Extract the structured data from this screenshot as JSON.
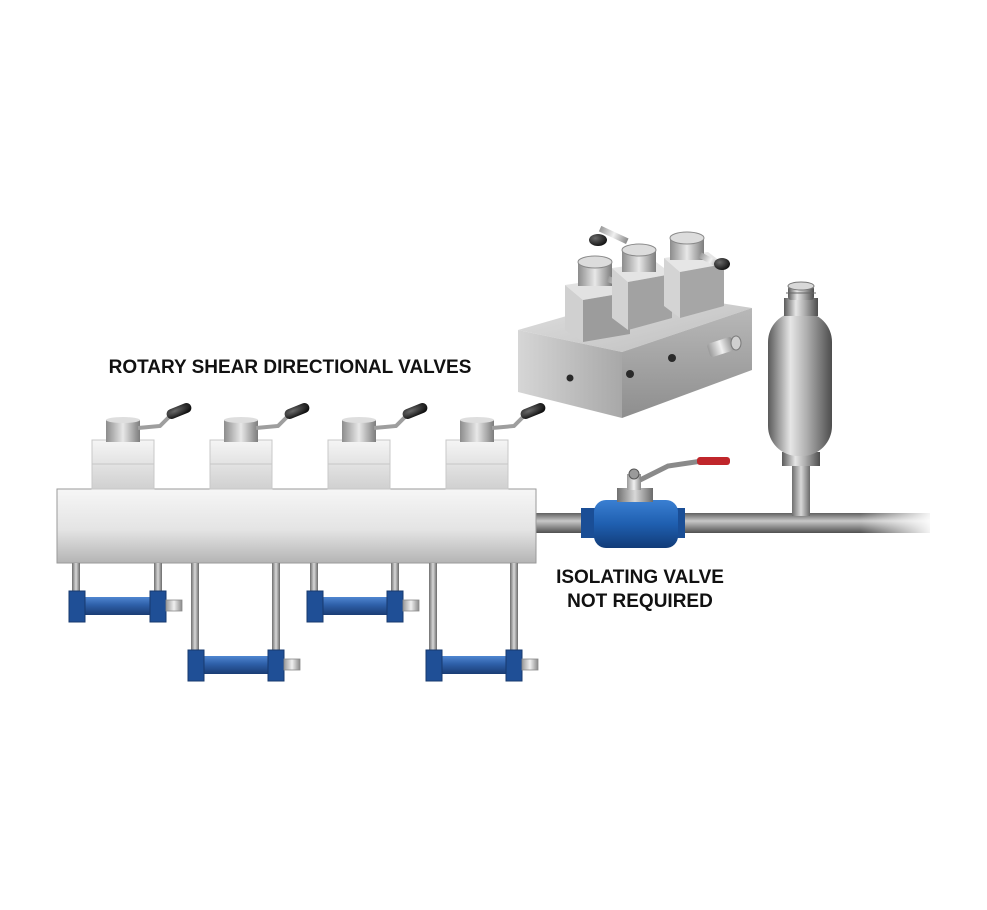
{
  "labels": {
    "rotary_shear": "ROTARY SHEAR DIRECTIONAL VALVES",
    "isolating_line1": "ISOLATING VALVE",
    "isolating_line2": "NOT REQUIRED"
  },
  "components": {
    "directional_valve_count": 4,
    "cylinder_count": 4,
    "photo_valve_count": 3
  },
  "colors": {
    "cylinder_blue": "#2e5fa8",
    "cylinder_dark": "#1d3f78",
    "manifold_light": "#f2f2f2",
    "manifold_dark": "#b9b9b9",
    "pipe_gray": "#8d8d8d",
    "ball_valve_blue": "#1f5fb0",
    "handle_red": "#c0262b",
    "knob_black": "#222222"
  }
}
